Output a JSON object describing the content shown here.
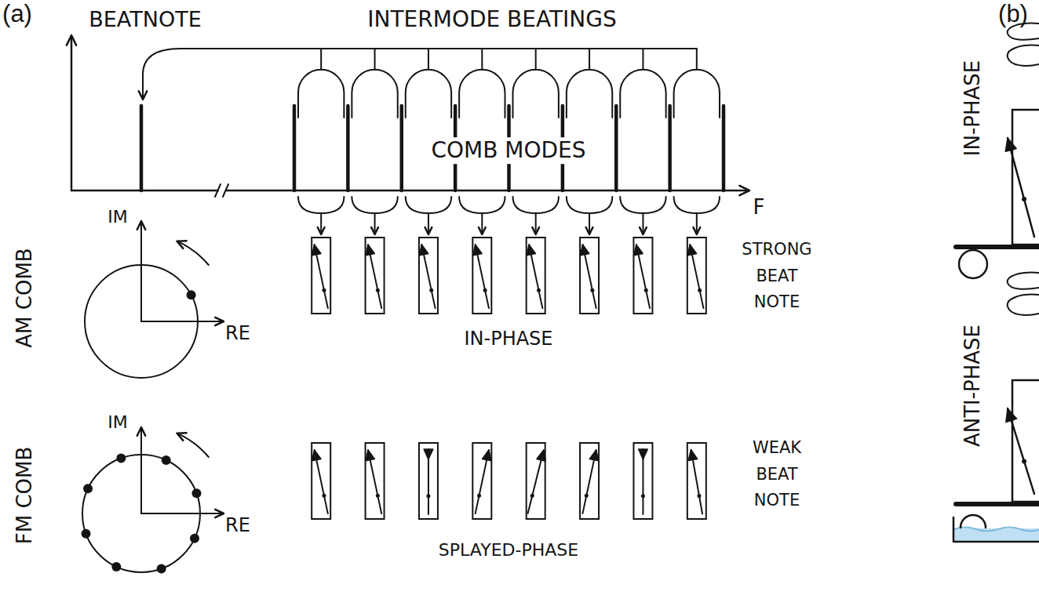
{
  "diagram": {
    "labels": [
      "(a)",
      "BEATNOTE",
      "INTERMODE BEATINGS",
      "COMB MODES",
      "F",
      "AM COMB",
      "IM",
      "RE",
      "STRONG BEAT NOTE",
      "IN-PHASE",
      "FM COMB",
      "IM",
      "RE",
      "WEAK BEAT NOTE",
      "SPLAYED-PHASE",
      "(b)",
      "IN-PHASE",
      "ANTI-PHASE"
    ]
  }
}
